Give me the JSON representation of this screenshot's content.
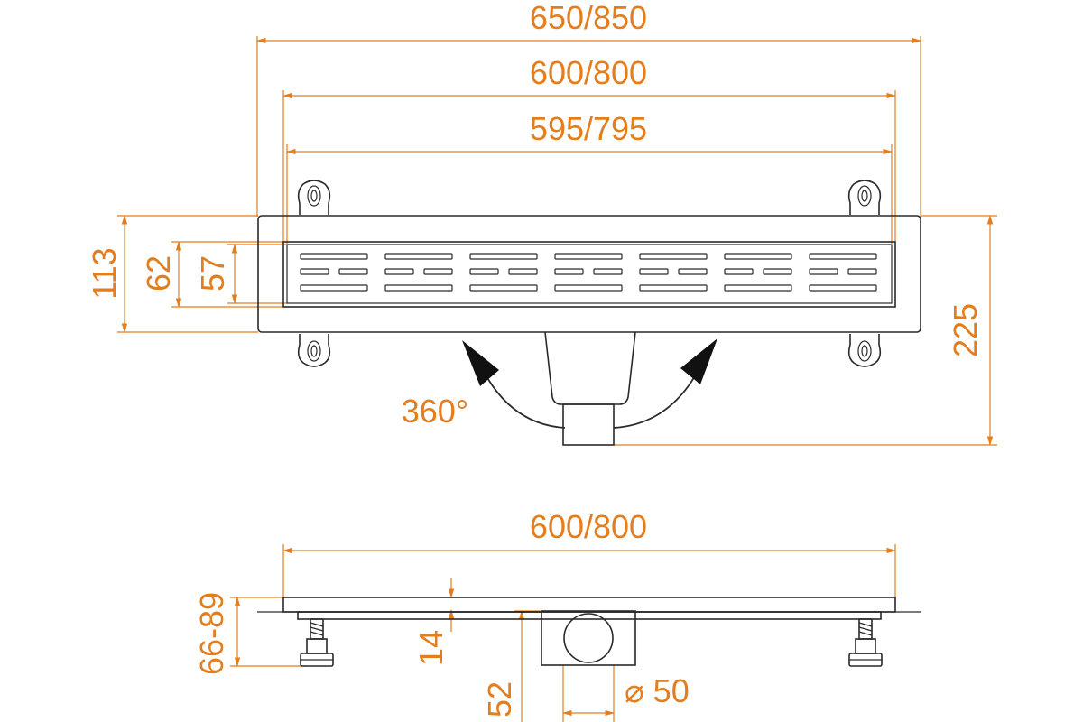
{
  "colors": {
    "dimension": "#e37e1f",
    "object": "#2a2a2a",
    "background": "#ffffff"
  },
  "top_view": {
    "overall_length": "650/850",
    "channel_length": "600/800",
    "grate_length": "595/795",
    "height_flange": "113",
    "height_channel": "62",
    "height_grate": "57",
    "total_depth": "225",
    "rotation": "360°"
  },
  "side_view": {
    "channel_length": "600/800",
    "height_adjust": "66-89",
    "flange_thickness": "14",
    "outlet_height": "52",
    "outlet_diameter": "⌀ 50"
  }
}
